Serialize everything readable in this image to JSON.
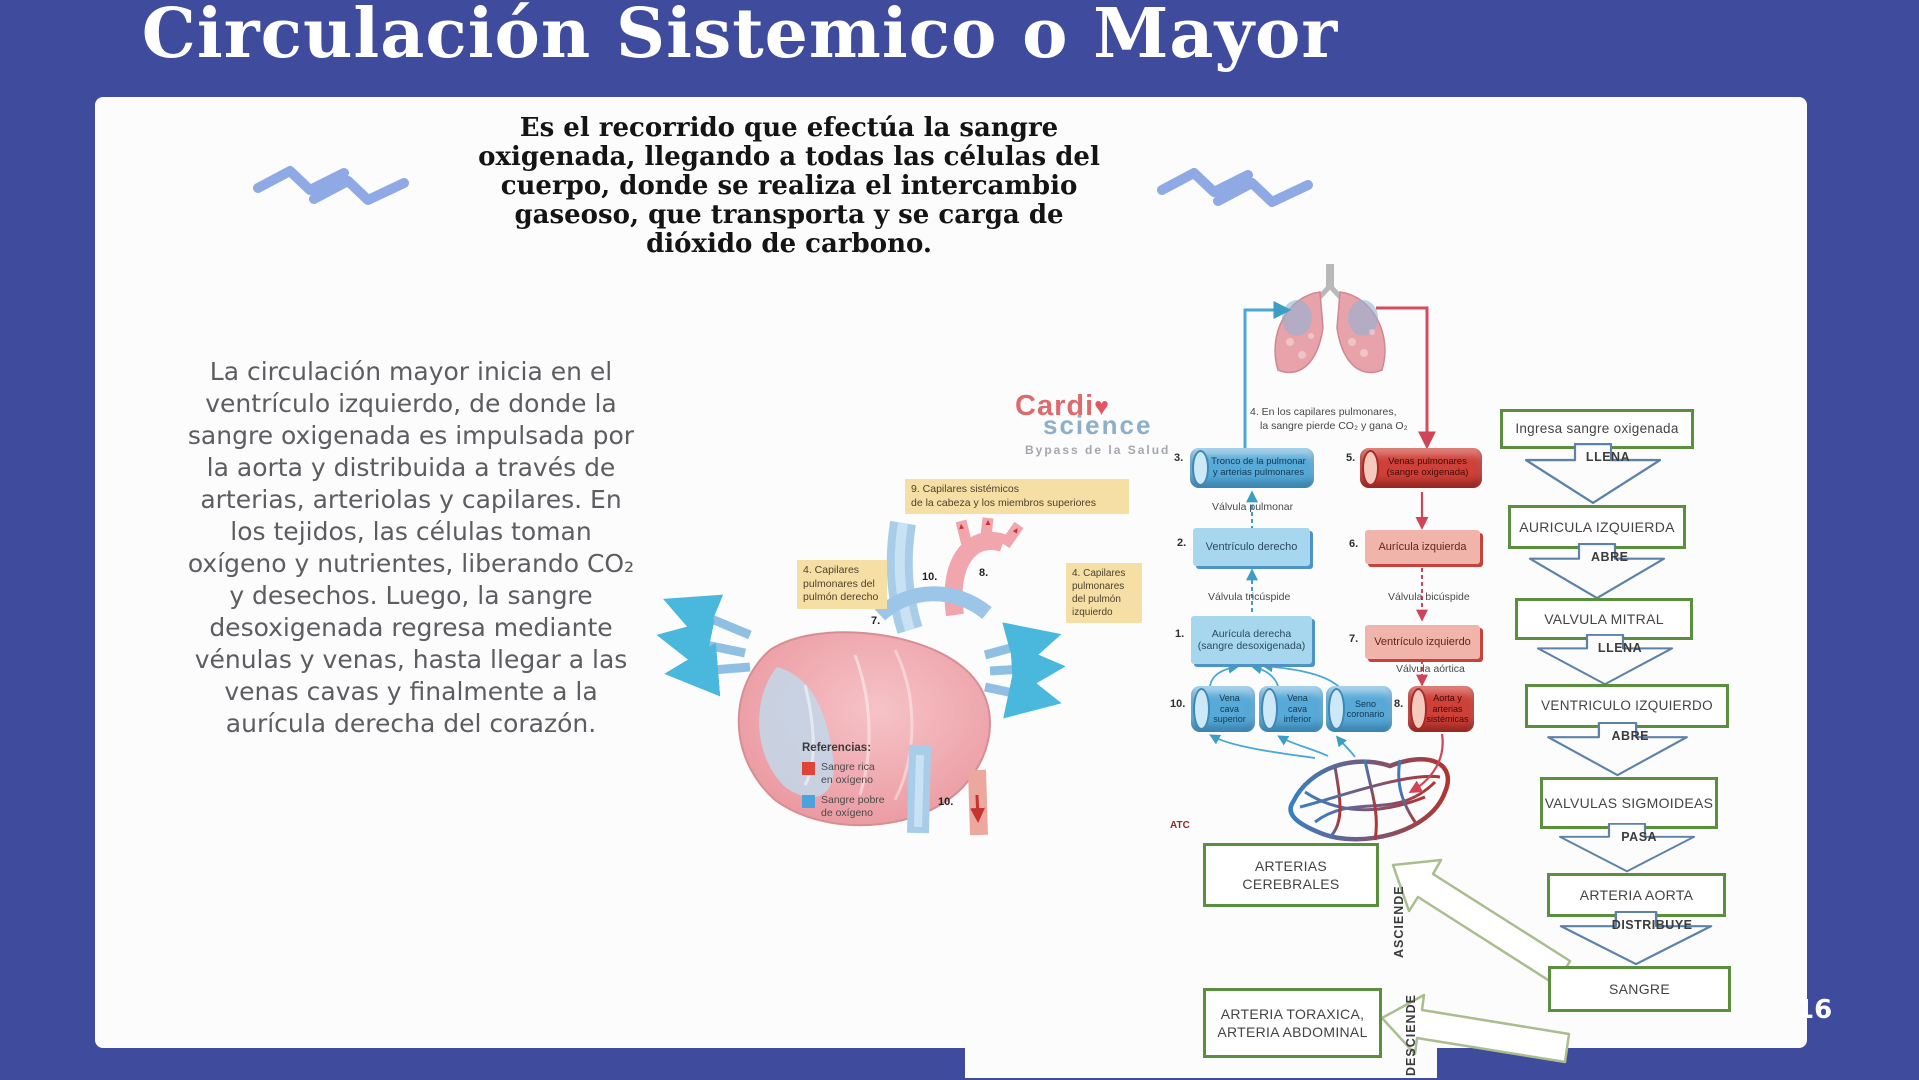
{
  "slide": {
    "title": "Circulación Sistemico o Mayor",
    "page_number": "16"
  },
  "intro": {
    "lines": [
      "Es el recorrido que efectúa la sangre",
      "oxigenada, llegando a todas las células del",
      "cuerpo, donde se realiza el intercambio",
      "gaseoso, que transporta y se carga de",
      "dióxido de carbono."
    ]
  },
  "body_paragraph": {
    "lines": [
      "La circulación mayor inicia en el",
      "ventrículo izquierdo, de donde la",
      "sangre oxigenada es impulsada por",
      "la aorta y distribuida a través de",
      "arterias, arteriolas y capilares. En",
      "los tejidos, las células toman",
      "oxígeno y nutrientes, liberando CO₂",
      "y desechos. Luego, la sangre",
      "desoxigenada regresa mediante",
      "vénulas y venas, hasta llegar a las",
      "venas cavas y finalmente a la",
      "aurícula derecha del corazón."
    ]
  },
  "logo": {
    "name_top": "Cardi",
    "heart": "♥",
    "name_bottom": "science",
    "tagline": "Bypass de la Salud"
  },
  "heart_figure": {
    "label_systemic": "9. Capilares sistémicos\nde la cabeza y los miembros superiores",
    "label_right_lung": "4. Capilares pulmonares del pulmón derecho",
    "label_left_lung": "4. Capilares pulmonares del pulmón izquierdo",
    "markers": [
      "10.",
      "8.",
      "7.",
      "10."
    ],
    "legend_title": "Referencias:",
    "legend": [
      {
        "label": "Sangre rica\nen oxígeno",
        "color": "#e04438"
      },
      {
        "label": "Sangre pobre\nde oxígeno",
        "color": "#4aa3dc"
      }
    ]
  },
  "cycle": {
    "note1": "4. En los capilares pulmonares,",
    "note2": "la sangre pierde CO₂ y gana O₂",
    "n3": "3.",
    "b3": "Tronco de la pulmonar\ny arterias pulmonares",
    "n5": "5.",
    "b5": "Venas pulmonares\n(sangre oxigenada)",
    "v_pulmonar": "Válvula pulmonar",
    "n2": "2.",
    "b2": "Ventrículo derecho",
    "n6": "6.",
    "b6": "Aurícula izquierda",
    "v_tricuspide": "Válvula tricúspide",
    "v_bicuspide": "Válvula bicúspide",
    "n1": "1.",
    "b1": "Aurícula derecha\n(sangre desoxigenada)",
    "n7": "7.",
    "b7": "Ventrículo izquierdo",
    "v_aortica": "Válvula aórtica",
    "n10": "10.",
    "b10a": "Vena\ncava\nsuperior",
    "b10b": "Vena\ncava\ninferior",
    "b10c": "Seno\ncoronario",
    "n8": "8.",
    "b8": "Aorta y\narterias\nsistémicas",
    "watermark": "ATC"
  },
  "flowchart": {
    "steps": [
      "Ingresa sangre oxigenada",
      "AURICULA IZQUIERDA",
      "VALVULA MITRAL",
      "VENTRICULO IZQUIERDO",
      "VALVULAS SIGMOIDEAS",
      "ARTERIA AORTA",
      "SANGRE"
    ],
    "connectors": [
      "LLENA",
      "ABRE",
      "LLENA",
      "ABRE",
      "PASA",
      "DISTRIBUYE"
    ],
    "branch_top": {
      "label": "ARTERIAS CEREBRALES",
      "arrow_label": "ASCIENDE"
    },
    "branch_bottom": {
      "label": "ARTERIA TORAXICA, ARTERIA ABDOMINAL",
      "arrow_label": "DESCIENDE"
    }
  },
  "colors": {
    "background": "#3f4c9e",
    "squiggle": "#8fa9e4",
    "green_box_border": "#5a8f3d",
    "blue_box": "#a6d7ef",
    "red_box": "#f1b4ab",
    "oxygen_rich": "#e04438",
    "oxygen_poor": "#4aa3dc"
  }
}
